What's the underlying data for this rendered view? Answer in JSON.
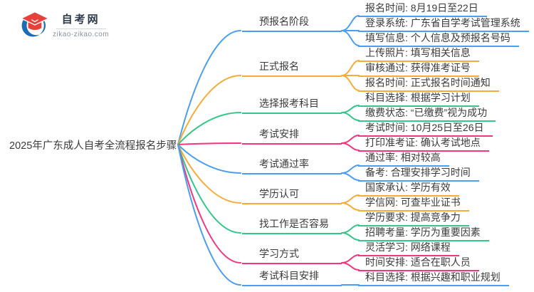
{
  "logo": {
    "site_name": "自考网",
    "site_url": "zikao-zikao.com"
  },
  "title": "2025年广东成人自考全流程报名步骤",
  "palette": {
    "blue": "#4b9ef2",
    "orange": "#f7ac38",
    "green": "#35c789",
    "pink": "#f5357f",
    "text": "#3a3a3a",
    "logo_red": "#e8413c",
    "logo_blue": "#1b6cb5"
  },
  "branches": [
    {
      "label": "预报名阶段",
      "color": "#4b9ef2",
      "leaves": [
        "报名时间: 8月19日至22日",
        "登录系统: 广东省自学考试管理系统",
        "填写信息: 个人信息及预报名号码"
      ]
    },
    {
      "label": "正式报名",
      "color": "#f7ac38",
      "leaves": [
        "上传照片: 填写相关信息",
        "审核通过: 获得准考证号",
        "报名时间: 正式报名时间通知"
      ]
    },
    {
      "label": "选择报考科目",
      "color": "#35c789",
      "leaves": [
        "科目选择: 根据学习计划",
        "缴费状态: “已缴费”视为成功"
      ]
    },
    {
      "label": "考试安排",
      "color": "#f5357f",
      "leaves": [
        "考试时间: 10月25日至26日",
        "打印准考证: 确认考试地点"
      ]
    },
    {
      "label": "考试通过率",
      "color": "#4b9ef2",
      "leaves": [
        "通过率: 相对较高",
        "备考: 合理安排学习时间"
      ]
    },
    {
      "label": "学历认可",
      "color": "#f7ac38",
      "leaves": [
        "国家承认: 学历有效",
        "学信网: 可查毕业证书"
      ]
    },
    {
      "label": "找工作是否容易",
      "color": "#35c789",
      "leaves": [
        "学历要求: 提高竞争力",
        "招聘考量: 学历为重要因素"
      ]
    },
    {
      "label": "学习方式",
      "color": "#f5357f",
      "leaves": [
        "灵活学习: 网络课程",
        "时间安排: 适合在职人员"
      ]
    },
    {
      "label": "考试科目安排",
      "color": "#4b9ef2",
      "leaves": [
        "科目选择: 根据兴趣和职业规划"
      ]
    }
  ]
}
